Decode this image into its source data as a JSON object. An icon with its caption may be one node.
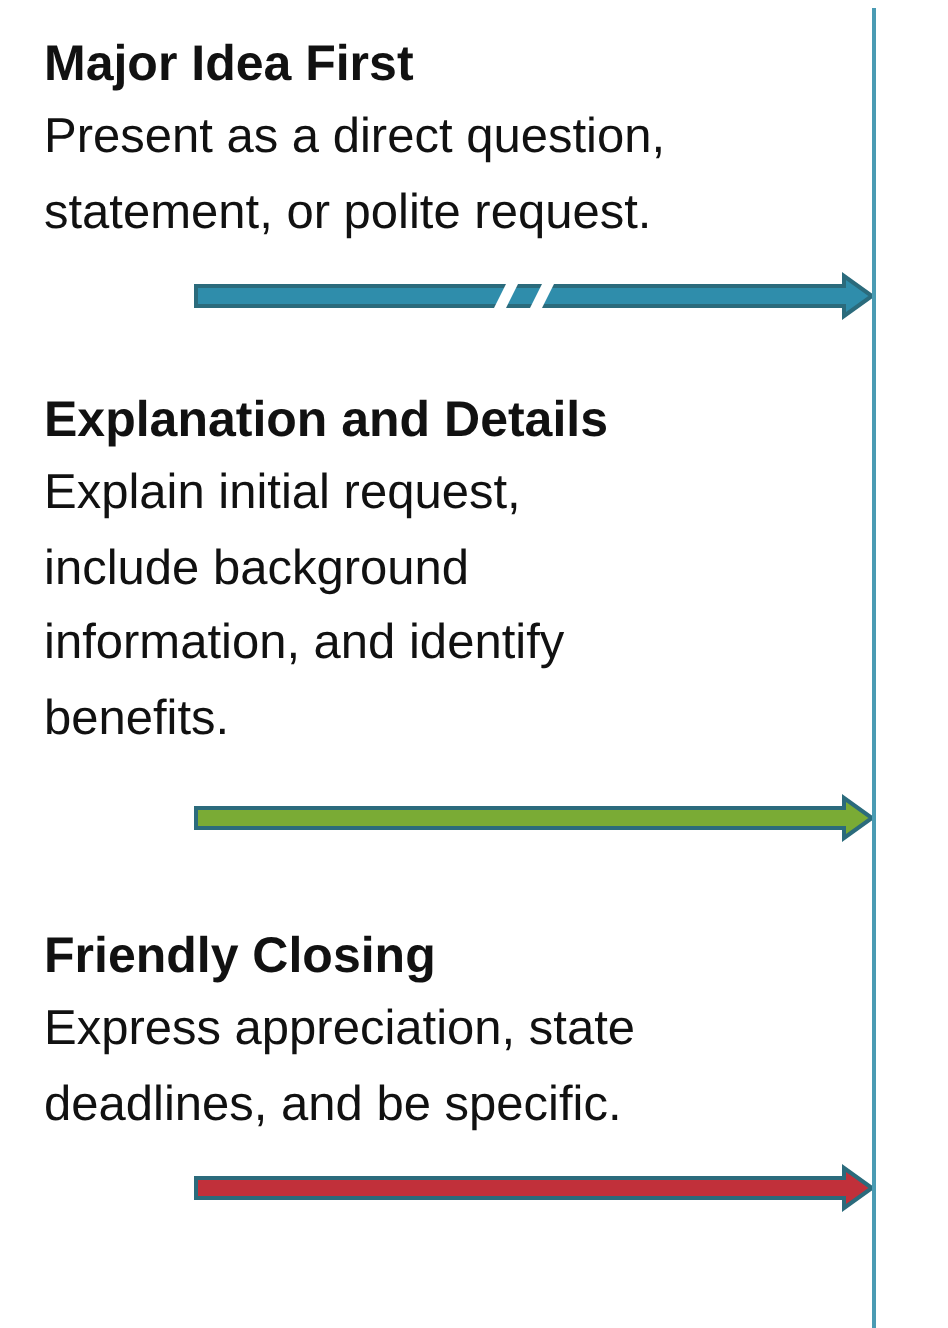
{
  "diagram": {
    "nodes": [
      {
        "text": [
          "Major Idea First",
          "Present as a direct question, statement, or polite request."
        ]
      },
      {
        "text": [
          "Explanation and Details",
          "Explain initial request, include background information, and identify benefits."
        ]
      },
      {
        "text": [
          "Friendly Closing",
          "Express appreciation, state deadlines, and be specific."
        ]
      },
      {
        "text": [],
        "shape": "bar"
      }
    ],
    "edges": [
      {
        "from": null,
        "to": 3,
        "arrow": "to",
        "color": "#2f8dab"
      },
      {
        "from": null,
        "to": 3,
        "arrow": "to",
        "color": "#7aab35"
      },
      {
        "from": null,
        "to": 3,
        "arrow": "to",
        "color": "#c1303a"
      }
    ]
  }
}
